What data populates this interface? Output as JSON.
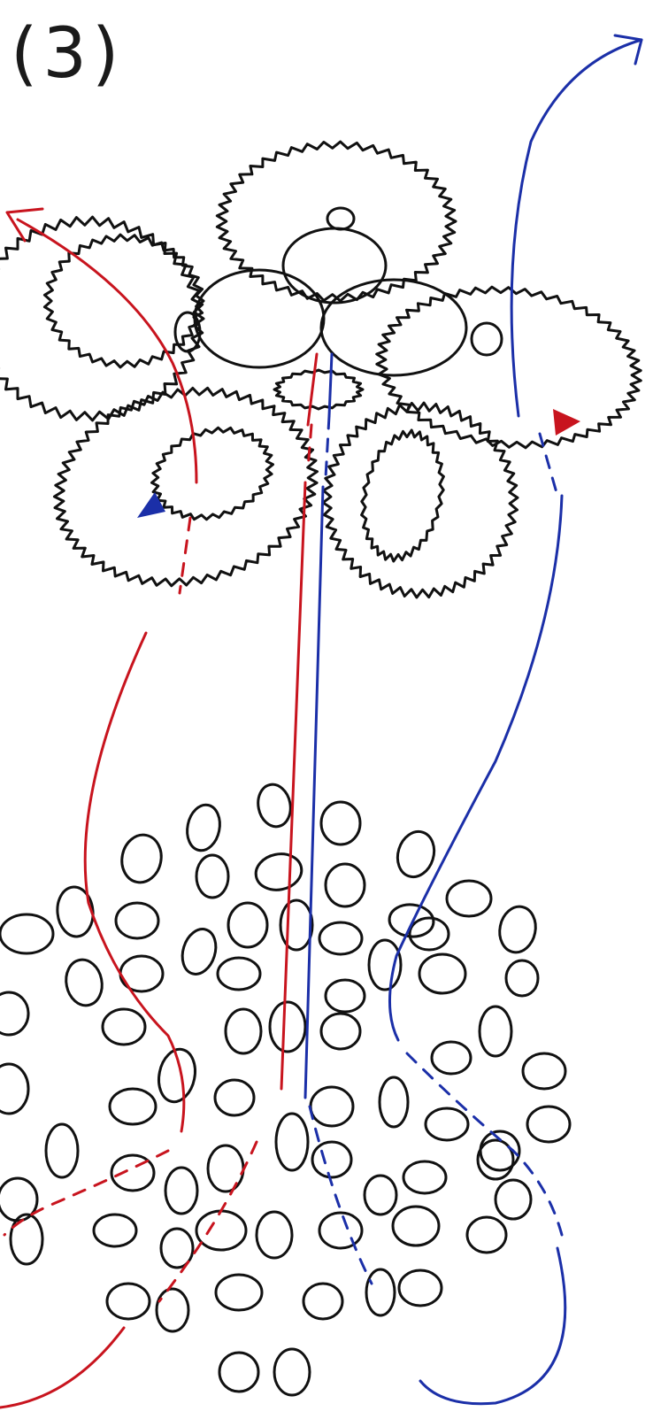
{
  "figure": {
    "label": "(3)"
  },
  "colors": {
    "ink": "#111111",
    "red_path": "#c8141e",
    "blue_path": "#1b2fa8",
    "background": "#ffffff"
  },
  "icons": {
    "red_arrowhead": "red-triangle-arrow",
    "blue_arrowhead": "blue-triangle-arrow"
  }
}
